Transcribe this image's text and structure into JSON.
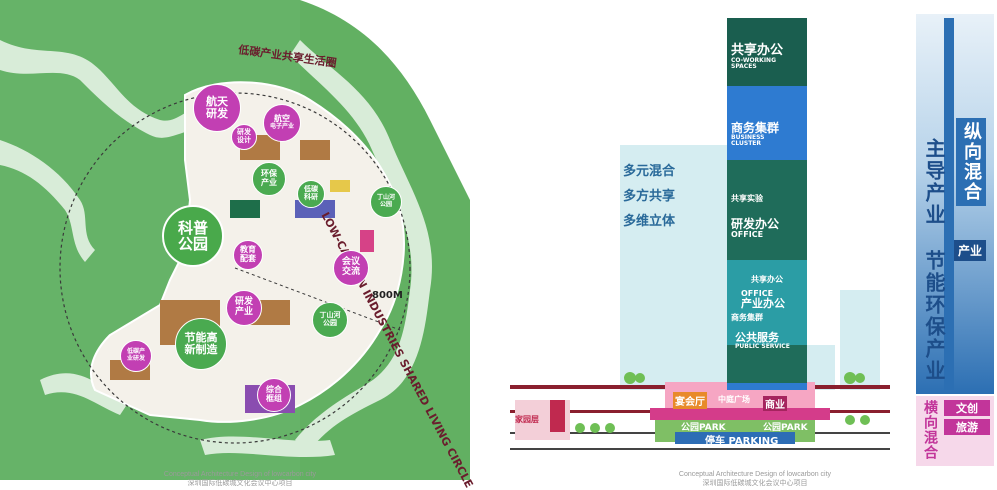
{
  "map": {
    "ring_label_cn": "低碳产业共享生活圈",
    "ring_label_en": "LOW-CARBON INDUSTRIES SHARED LIVING CIRCLE",
    "radius_label": "800M",
    "zones": {
      "aerospace": "航天研发",
      "aviation_electronics_1": "航空",
      "aviation_electronics_2": "电子产业",
      "rnd_design_1": "研发",
      "rnd_design_2": "设计",
      "env_industry": "环保产业",
      "lowcarbon_research_1": "低碳",
      "lowcarbon_research_2": "科研",
      "science_park": "科普公园",
      "education": "教育配套",
      "conference": "会议交流",
      "rnd_industry": "研发产业",
      "energy_mfg": "节能高新制造",
      "dingshan_park_1": "丁山河公园",
      "dingshan_park_2": "丁山河公园",
      "complex": "综合框组",
      "lowcarbon_rnd": "低碳产业研发"
    },
    "caption_en": "Conceptual Architecture Design of lowcarbon city",
    "caption_cn": "深圳国际低碳城文化会议中心项目"
  },
  "section": {
    "slogans": [
      "多元混合",
      "多方共享",
      "多维立体"
    ],
    "tower": {
      "coworking_cn": "共享办公",
      "coworking_en": "CO-WORKING SPACES",
      "business_cn": "商务集群",
      "business_en": "BUSINESS CLUSTER",
      "lab_cn": "共享实验",
      "rnd_office_cn": "研发办公",
      "rnd_office_en": "OFFICE",
      "shared_office_cn": "共享办公",
      "office_en": "OFFICE",
      "industry_office_cn": "产业办公",
      "business2_cn": "商务集群",
      "public_cn": "公共服务",
      "public_en": "PUBLIC SERVICE"
    },
    "podium": {
      "banquet": "宴会厅",
      "plaza": "中庭广场",
      "commerce": "商业",
      "home": "家园层",
      "park1": "公园PARK",
      "park2": "公园PARK",
      "parking": "停车 PARKING"
    },
    "caption_en": "Conceptual Architecture Design of lowcarbon city",
    "caption_cn": "深圳国际低碳城文化会议中心项目"
  },
  "sidebar": {
    "vertical_mix": "纵向混合",
    "main_industry": "主导产业",
    "eco_industry": "节能环保产业",
    "industry_tag": "产业",
    "horizontal_mix": "横向混合",
    "culture": "文创",
    "tourism": "旅游"
  },
  "colors": {
    "map_green": "#5fae64",
    "river": "#d8ecd8",
    "aerospace": "#c23fb3",
    "science_park": "#49a94b",
    "tower_blue": "#2e7bd1",
    "tower_green": "#1f6c5a",
    "sidebar_blue": "#2c6fb3",
    "sidebar_pink": "#c2359a"
  }
}
